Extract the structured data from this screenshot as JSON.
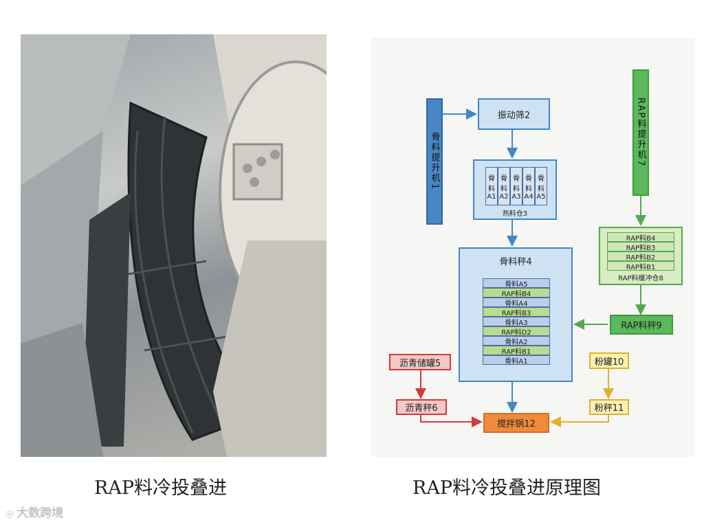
{
  "photo": {
    "caption": "RAP料冷投叠进"
  },
  "diagram": {
    "caption": "RAP料冷投叠进原理图",
    "aggregate_elevator": "骨料提升机1",
    "vibrating_screen": "振动筛2",
    "hot_bin": {
      "label": "热料仓3",
      "cells": [
        "骨料A1",
        "骨料A2",
        "骨料A3",
        "骨料A4",
        "骨料A5"
      ]
    },
    "rap_elevator": "RAP料提升机7",
    "rap_buffer_bin": {
      "label": "RAP料缓冲仓8",
      "rows": [
        "RAP料B4",
        "RAP料B3",
        "RAP料B2",
        "RAP料B1"
      ]
    },
    "aggregate_scale": {
      "label": "骨料秤4",
      "layers": [
        "骨料A5",
        "RAP料B4",
        "骨料A4",
        "RAP料B3",
        "骨料A3",
        "RAP料D2",
        "骨料A2",
        "RAP料B1",
        "骨料A1"
      ]
    },
    "rap_scale": "RAP料秤9",
    "asphalt_tank": "沥青储罐5",
    "asphalt_scale": "沥青秤6",
    "powder_tank": "粉罐10",
    "powder_scale": "粉秤11",
    "mixer": "搅拌锅12",
    "colors": {
      "blue": "#3f87c8",
      "green": "#54a84f",
      "red": "#d23a3a",
      "orange": "#f08b3c",
      "yellow": "#e0b12a"
    }
  },
  "watermark": {
    "icon": "sohu-style-logo-icon",
    "text": "大数跨境"
  }
}
